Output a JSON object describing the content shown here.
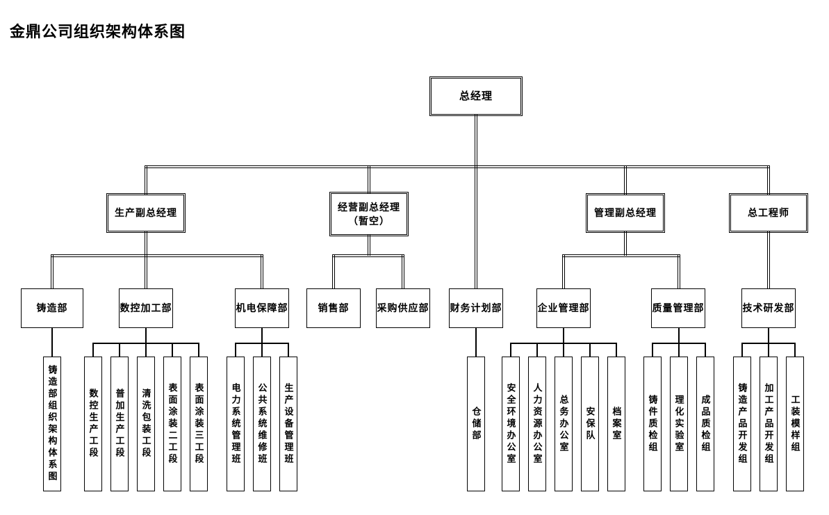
{
  "title": "金鼎公司组织架构体系图",
  "colors": {
    "line": "#000000",
    "background": "#ffffff"
  },
  "org": {
    "root": {
      "label": "总经理",
      "children": [
        {
          "label": "生产副总经理",
          "children": [
            {
              "label": "铸造部",
              "children": [
                {
                  "label": "铸造部组织架构体系图"
                }
              ]
            },
            {
              "label": "数控加工部",
              "children": [
                {
                  "label": "数控生产工段"
                },
                {
                  "label": "普加生产工段"
                },
                {
                  "label": "清洗包装工段"
                },
                {
                  "label": "表面涂装二工段"
                },
                {
                  "label": "表面涂装三工段"
                }
              ]
            },
            {
              "label": "机电保障部",
              "children": [
                {
                  "label": "电力系统管理班"
                },
                {
                  "label": "公共系统维修班"
                },
                {
                  "label": "生产设备管理班"
                }
              ]
            }
          ]
        },
        {
          "label": "经营副总经理",
          "sublabel": "（暂空）",
          "children": [
            {
              "label": "销售部"
            },
            {
              "label": "采购供应部"
            }
          ]
        },
        {
          "label": "财务计划部",
          "children": [
            {
              "label": "仓储部"
            }
          ]
        },
        {
          "label": "管理副总经理",
          "children": [
            {
              "label": "企业管理部",
              "children": [
                {
                  "label": "安全环境办公室"
                },
                {
                  "label": "人力资源办公室"
                },
                {
                  "label": "总务办公室"
                },
                {
                  "label": "安保队"
                },
                {
                  "label": "档案室"
                }
              ]
            },
            {
              "label": "质量管理部",
              "children": [
                {
                  "label": "铸件质检组"
                },
                {
                  "label": "理化实验室"
                },
                {
                  "label": "成品质检组"
                }
              ]
            }
          ]
        },
        {
          "label": "总工程师",
          "children": [
            {
              "label": "技术研发部",
              "children": [
                {
                  "label": "铸造产品开发组"
                },
                {
                  "label": "加工产品开发组"
                },
                {
                  "label": "工装模样组"
                }
              ]
            }
          ]
        }
      ]
    }
  }
}
